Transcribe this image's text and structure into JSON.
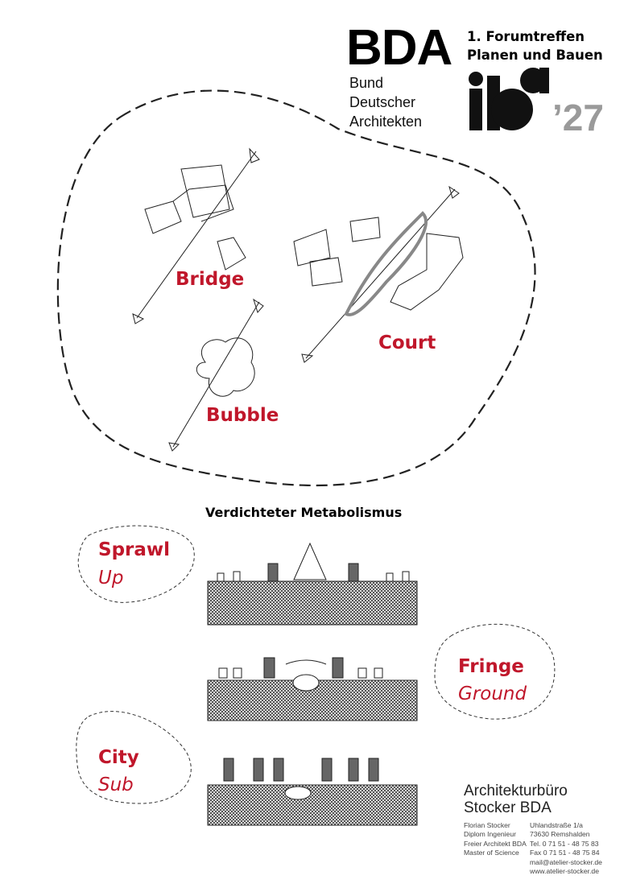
{
  "header": {
    "bda_logo": "BDA",
    "bda_lines": [
      "Bund",
      "Deutscher",
      "Architekten"
    ],
    "event_lines": [
      "1. Forumtreffen",
      "Planen und Bauen"
    ],
    "iba_logo": {
      "letters": "iba",
      "year": "’27",
      "year_color": "#9a9a9a"
    }
  },
  "sketch_labels": {
    "bridge": "Bridge",
    "court": "Court",
    "bubble": "Bubble"
  },
  "section_title": "Verdichteter Metabolismus",
  "bubbles": [
    {
      "title": "Sprawl",
      "subtitle": "Up"
    },
    {
      "title": "Fringe",
      "subtitle": "Ground"
    },
    {
      "title": "City",
      "subtitle": "Sub"
    }
  ],
  "office": {
    "name_lines": [
      "Architekturbüro",
      "Stocker  BDA"
    ],
    "left_lines": [
      "Florian Stocker",
      "Diplom Ingenieur",
      "Freier Architekt BDA",
      "Master of Science"
    ],
    "right_lines": [
      "Uhlandstraße 1/a",
      "73630 Remshalden",
      "Tel. 0 71 51 - 48 75 83",
      "Fax 0 71 51 - 48 75 84",
      "mail@atelier-stocker.de",
      "www.atelier-stocker.de"
    ]
  },
  "colors": {
    "accent": "#c0172b",
    "ink": "#111111"
  }
}
